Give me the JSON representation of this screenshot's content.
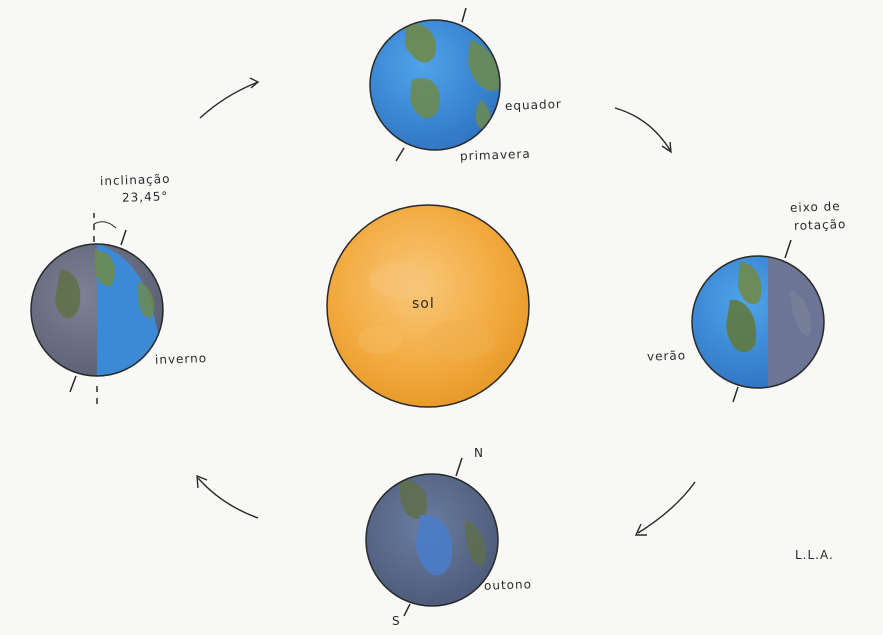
{
  "labels": {
    "sol": "sol",
    "equador": "equador",
    "primavera": "primavera",
    "inclinacao": "inclinação",
    "angle": "23,45°",
    "inverno": "inverno",
    "eixo_l1": "eixo de",
    "eixo_l2": "rotação",
    "verao": "verão",
    "outono": "outono",
    "north": "N",
    "south": "S",
    "signature": "L.L.A."
  },
  "colors": {
    "sun": "#f3a83a",
    "ocean_lit": "#3b8ad8",
    "ocean_dark": "#5e6f92",
    "land": "#6f8a4a",
    "night": "#6b7185",
    "ink": "#2a2a2a"
  }
}
